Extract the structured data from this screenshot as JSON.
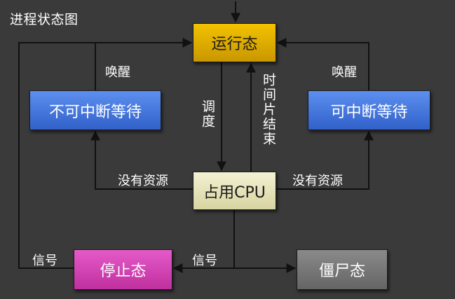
{
  "diagram": {
    "title": "进程状态图",
    "nodes": {
      "running": "运行态",
      "uninterruptible_wait": "不可中断等待",
      "interruptible_wait": "可中断等待",
      "on_cpu": "占用CPU",
      "stopped": "停止态",
      "zombie": "僵尸态"
    },
    "edge_labels": {
      "wake_left": "唤醒",
      "wake_right": "唤醒",
      "schedule": "调度",
      "time_slice_end": "时间片结束",
      "no_resource_left": "没有资源",
      "no_resource_right": "没有资源",
      "signal_left": "信号",
      "signal_mid": "信号"
    },
    "colors": {
      "background": "#3a3a3a",
      "running": "#e0b000",
      "wait": "#4a78e0",
      "on_cpu": "#e8e5bb",
      "stopped": "#d445b4",
      "zombie": "#777777",
      "line": "#111111"
    }
  }
}
